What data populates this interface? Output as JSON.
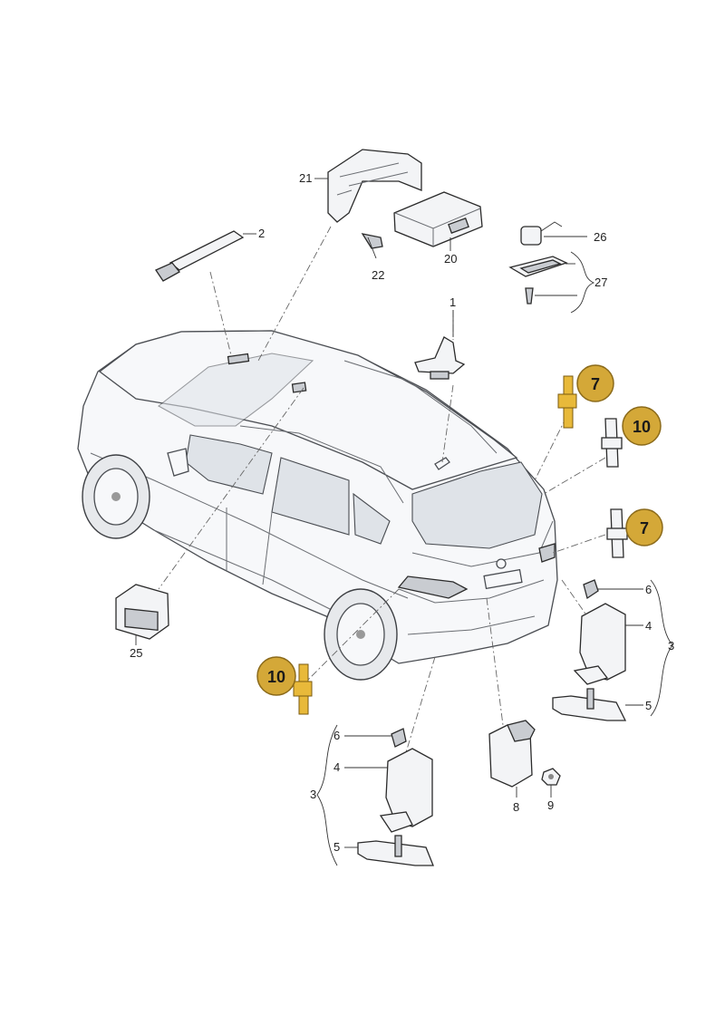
{
  "labels": {
    "p1": "1",
    "p2": "2",
    "p3a": "3",
    "p3b": "3",
    "p4a": "4",
    "p4b": "4",
    "p5a": "5",
    "p5b": "5",
    "p6a": "6",
    "p6b": "6",
    "p8": "8",
    "p9": "9",
    "p20": "20",
    "p21": "21",
    "p22": "22",
    "p25": "25",
    "p26": "26",
    "p27": "27"
  },
  "badges": {
    "b7_top": "7",
    "b10_top": "10",
    "b7_right": "7",
    "b10_left": "10"
  },
  "colors": {
    "badge_fill": "#d4a838",
    "highlight_part": "#e8b93a"
  }
}
